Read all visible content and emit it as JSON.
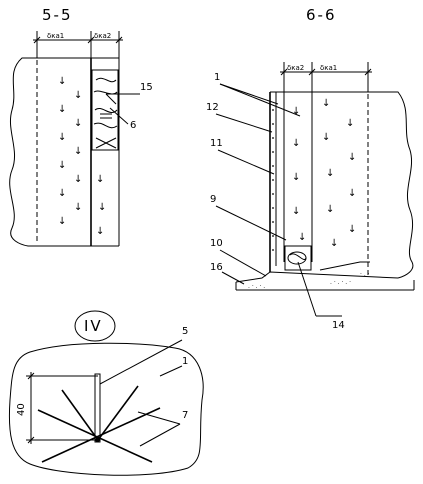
{
  "sections": {
    "left_title": "5-5",
    "right_title": "6-6",
    "detail_title": "IV"
  },
  "dimensions": {
    "d1": "δка1",
    "d2": "δка2",
    "height": "40"
  },
  "callouts": {
    "left": [
      "15",
      "6"
    ],
    "right": [
      "1",
      "12",
      "11",
      "9",
      "10",
      "16",
      "14"
    ],
    "detail": [
      "5",
      "1",
      "7"
    ]
  }
}
